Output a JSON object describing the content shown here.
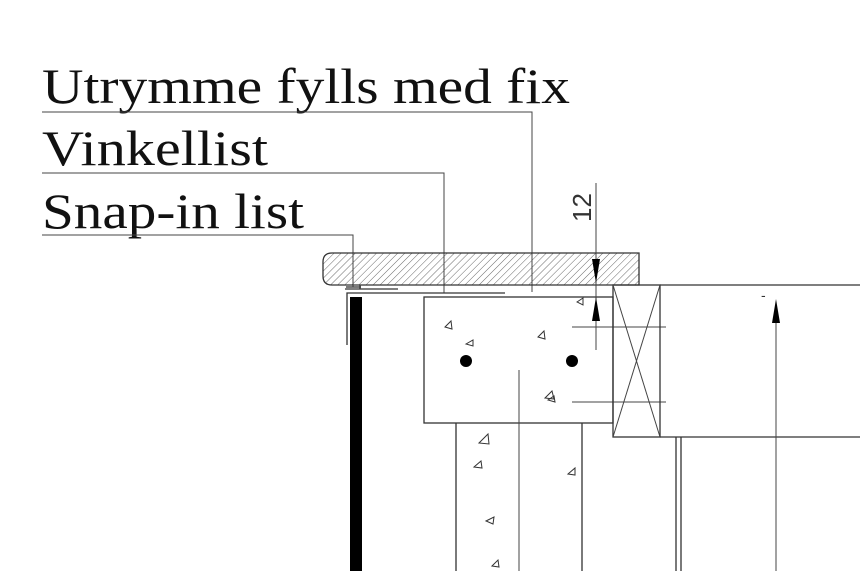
{
  "labels": {
    "filler": "Utrymme fylls med fix",
    "angle_strip": "Vinkellist",
    "snap_in": "Snap-in list"
  },
  "dimension": {
    "gap": "12",
    "minus_mark": "-"
  },
  "colors": {
    "line": "#333333",
    "text": "#111111",
    "fill": "#000000"
  }
}
